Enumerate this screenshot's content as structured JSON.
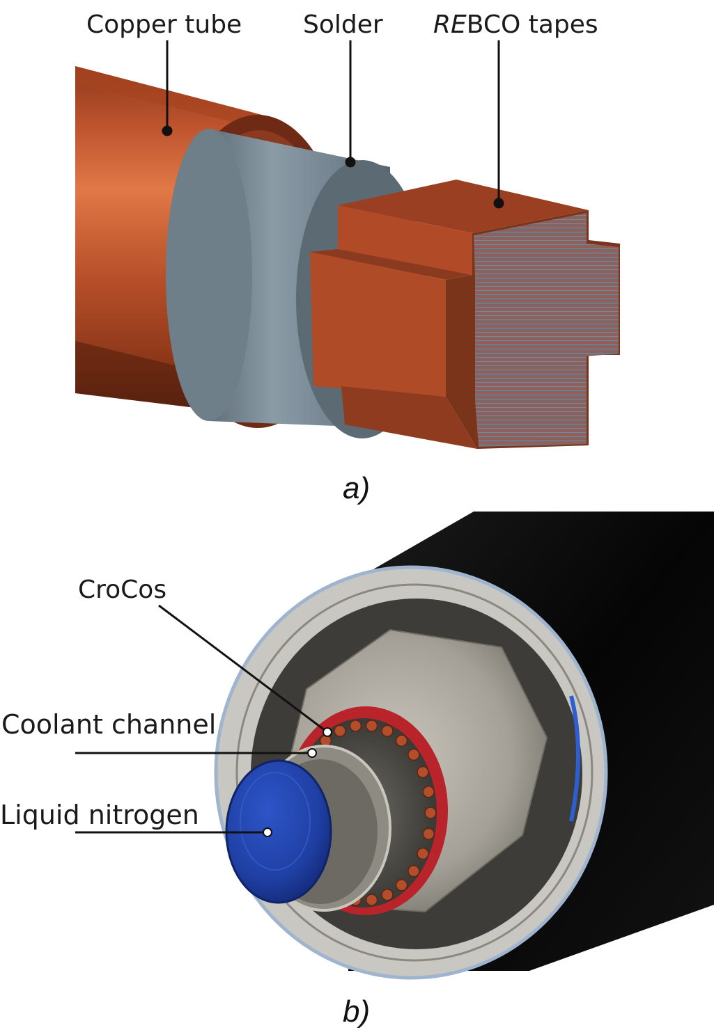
{
  "panel_a": {
    "caption": "a)",
    "labels": {
      "copper_tube": "Copper tube",
      "solder": "Solder",
      "rebco_prefix": "RE",
      "rebco_suffix": "BCO tapes"
    }
  },
  "panel_b": {
    "caption": "b)",
    "labels": {
      "crocos": "CroCos",
      "coolant_channel": "Coolant channel",
      "liquid_nitrogen": "Liquid nitrogen"
    }
  },
  "colors": {
    "copper": "#c0552f",
    "copper_dark": "#6e2a14",
    "solder": "#7e8e99",
    "tape_face": "#7b6f73",
    "tape_stripe": "#b05650",
    "jacket": "#0b0b0b",
    "steel": "#a7a49b",
    "red_ring": "#c1262b",
    "nitrogen": "#1f3fa3"
  }
}
